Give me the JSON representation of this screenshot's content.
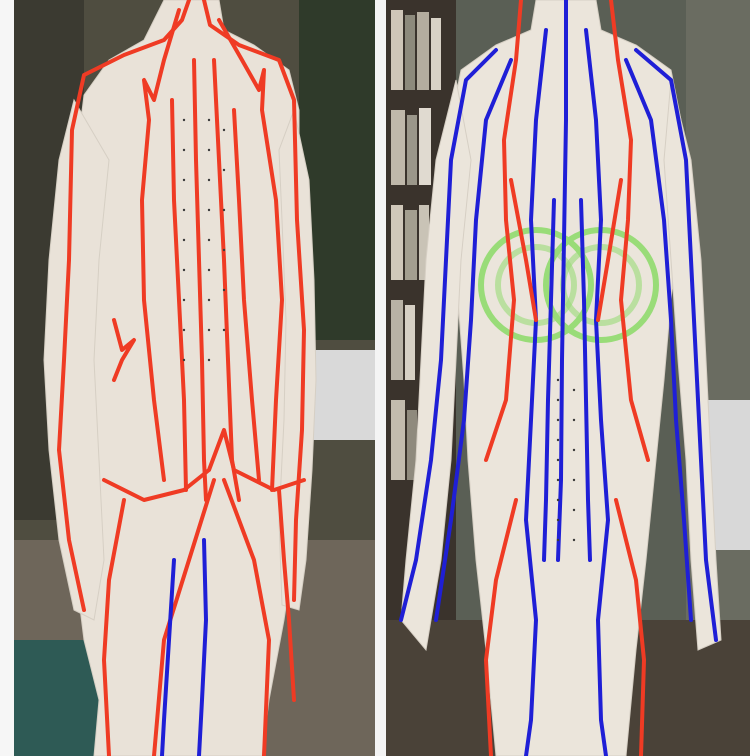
{
  "colors": {
    "yang_meridian_red": "#ef3b24",
    "yin_meridian_blue": "#1f1fd6",
    "highlight_green": "#7ed957",
    "mannequin_skin": "#e9e2d8",
    "bookshelf_dark": "#3a332c",
    "background_wall": "#5b5a4c"
  },
  "panels": [
    {
      "id": "left",
      "view": "back",
      "meridian_colors": [
        "red",
        "blue"
      ]
    },
    {
      "id": "right",
      "view": "front",
      "meridian_colors": [
        "blue",
        "red",
        "green"
      ]
    }
  ]
}
